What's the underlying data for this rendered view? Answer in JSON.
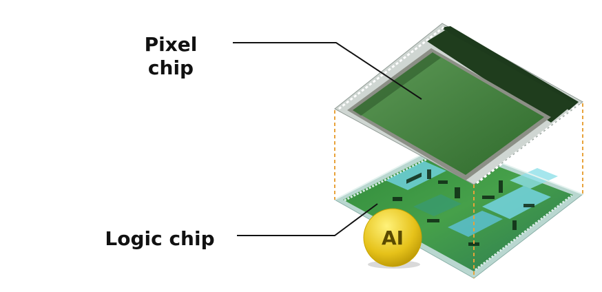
{
  "labels": {
    "pixel_chip_line1": "Pixel",
    "pixel_chip_line2": "chip",
    "logic_chip": "Logic chip",
    "ai_badge": "AI"
  },
  "colors": {
    "pixel_chip_green": "#3f7a3c",
    "pixel_chip_dark": "#1f3d1d",
    "logic_chip_cyan": "#5fc7d8",
    "logic_chip_green": "#3d8f3a",
    "dashed_connector": "#e8a23a",
    "ai_badge_yellow": "#e6c21a",
    "label_text": "#111111"
  }
}
